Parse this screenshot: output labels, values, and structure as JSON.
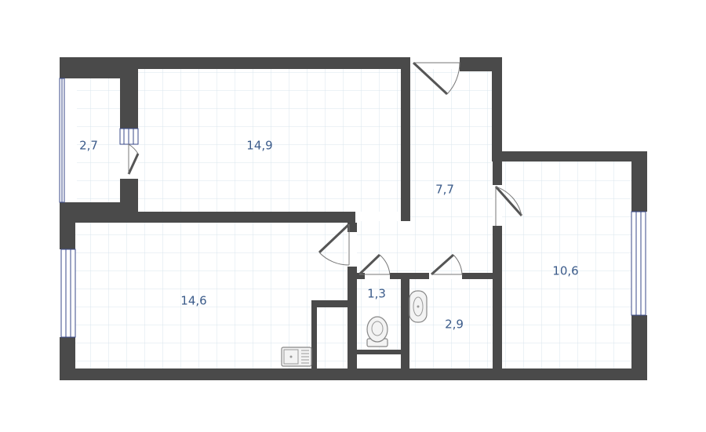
{
  "colors": {
    "wall": "#4a4a4a",
    "grid": "#d9e6ee",
    "label": "#3b5b8a",
    "window": "#3a4a8a"
  },
  "rooms": {
    "balcony": {
      "area": "2,7"
    },
    "living_room": {
      "area": "14,9"
    },
    "hallway": {
      "area": "7,7"
    },
    "bedroom": {
      "area": "10,6"
    },
    "kitchen": {
      "area": "14,6"
    },
    "toilet": {
      "area": "1,3"
    },
    "bathroom": {
      "area": "2,9"
    }
  },
  "icons": [
    "door-icon",
    "window-icon",
    "toilet-icon",
    "sink-icon",
    "kitchen-sink-icon"
  ]
}
